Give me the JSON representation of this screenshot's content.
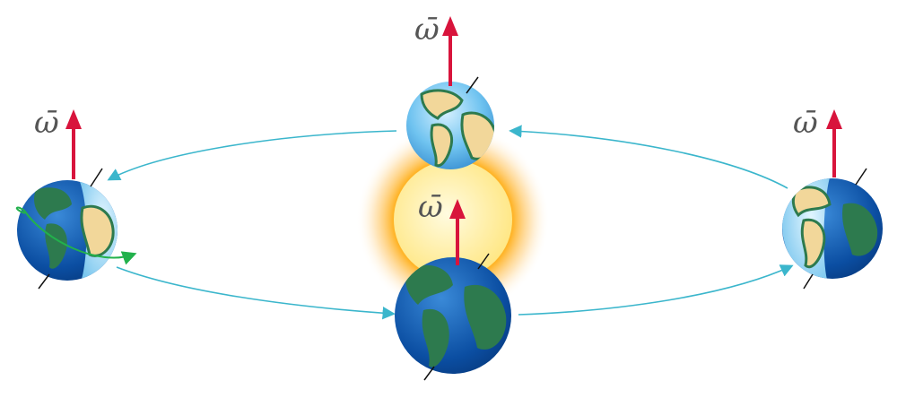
{
  "diagram": {
    "symbol": "ω̄",
    "labels": {
      "sun": "ω̄",
      "top": "ω̄",
      "left": "ω̄",
      "right": "ω̄"
    },
    "colors": {
      "orbit": "#3bb6cc",
      "vector": "#d8143c",
      "ocean_dark": "#0b4ea2",
      "ocean_light": "#6fc3f0",
      "land": "#2d7a4e",
      "land_lit": "#f2d79a",
      "sun_core": "#fff3a0",
      "sun_glow": "#ffb020",
      "rotation": "#22b14c",
      "label": "#555555"
    }
  }
}
